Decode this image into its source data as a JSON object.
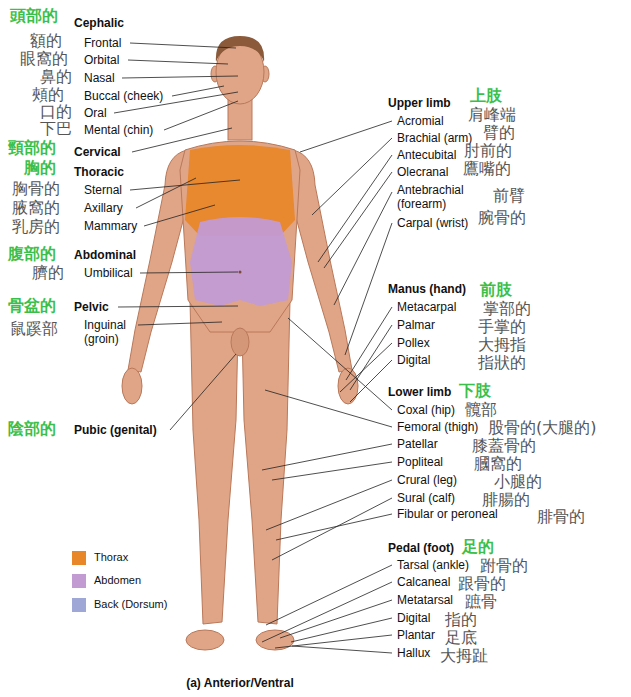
{
  "diagram": {
    "caption": "(a) Anterior/Ventral",
    "labels": [
      "頭部的",
      "Cephalic",
      "額的",
      "Frontal",
      "眼窩的",
      "Orbital",
      "鼻的",
      "Nasal",
      "頰的",
      "Buccal (cheek)",
      "口的",
      "Oral",
      "下巴",
      "Mental (chin)",
      "頸部的",
      "Cervical",
      "胸的",
      "Thoracic",
      "胸骨的",
      "Sternal",
      "腋窩的",
      "Axillary",
      "乳房的",
      "Mammary",
      "腹部的",
      "Abdominal",
      "臍的",
      "Umbilical",
      "骨盆的",
      "Pelvic",
      "鼠蹊部",
      "Inguinal (groin)",
      "陰部的",
      "Pubic (genital)",
      "Upper limb",
      "上肢",
      "Acromial",
      "肩峰端",
      "Brachial (arm)",
      "臂的",
      "Antecubital",
      "肘前的",
      "Olecranal",
      "鷹嘴的",
      "Antebrachial (forearm)",
      "前臂",
      "Carpal (wrist)",
      "腕骨的",
      "Manus (hand)",
      "前肢",
      "Metacarpal",
      "掌部的",
      "Palmar",
      "手掌的",
      "Pollex",
      "大拇指",
      "Digital",
      "指狀的",
      "Lower limb",
      "下肢",
      "Coxal (hip)",
      "髖部",
      "Femoral (thigh)",
      "股骨的(大腿的)",
      "Patellar",
      "膝蓋骨的",
      "Popliteal",
      "膕窩的",
      "Crural (leg)",
      "小腿的",
      "Sural (calf)",
      "腓腸的",
      "Fibular or peroneal",
      "腓骨的",
      "Pedal (foot)",
      "足的",
      "Tarsal (ankle)",
      "跗骨的",
      "Calcaneal",
      "跟骨的",
      "Metatarsal",
      "蹠骨",
      "Digital",
      "指的",
      "Plantar",
      "足底",
      "Hallux",
      "大拇趾"
    ],
    "legend": [
      {
        "text": "Thorax",
        "color": "#e8862a"
      },
      {
        "text": "Abdomen",
        "color": "#c39bd3"
      },
      {
        "text": "Back (Dorsum)",
        "color": "#9ea7d6"
      }
    ]
  }
}
